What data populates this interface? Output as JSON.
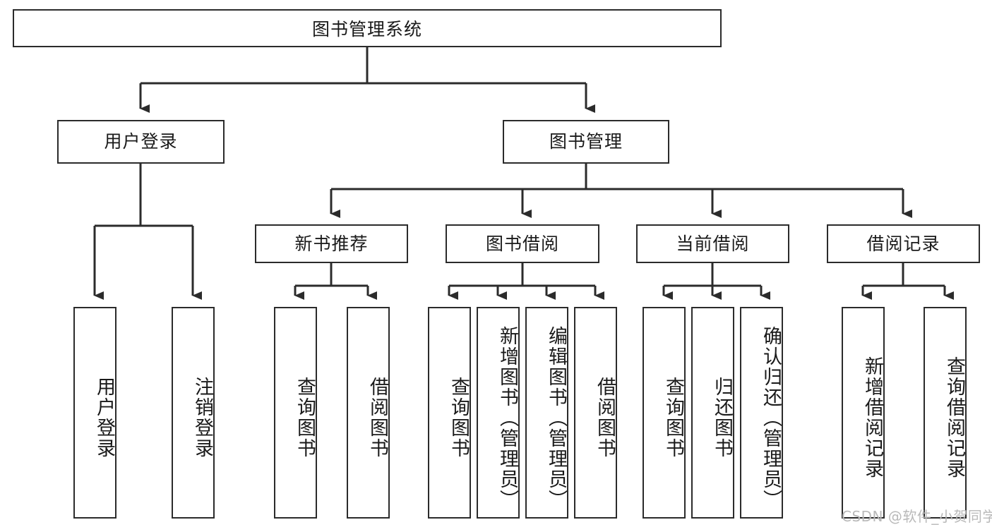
{
  "diagram": {
    "title": "图书管理系统",
    "type": "tree-hierarchy",
    "colors": {
      "box_border": "#2b2b2b",
      "box_fill": "#ffffff",
      "connector": "#2b2b2b",
      "text": "#1a1a1a",
      "watermark": "#b9b9b9"
    },
    "root": {
      "label": "图书管理系统"
    },
    "level2": [
      {
        "label": "用户登录"
      },
      {
        "label": "图书管理"
      }
    ],
    "level3": [
      {
        "label": "新书推荐"
      },
      {
        "label": "图书借阅"
      },
      {
        "label": "当前借阅"
      },
      {
        "label": "借阅记录"
      }
    ],
    "leaves": {
      "user_login": [
        {
          "label": "用户登录"
        },
        {
          "label": "注销登录"
        }
      ],
      "new_book": [
        {
          "label": "查询图书"
        },
        {
          "label": "借阅图书"
        }
      ],
      "book_borrow": [
        {
          "label": "查询图书"
        },
        {
          "label": "新增图书（管理员）"
        },
        {
          "label": "编辑图书（管理员）"
        },
        {
          "label": "借阅图书"
        }
      ],
      "current_borrow": [
        {
          "label": "查询图书"
        },
        {
          "label": "归还图书"
        },
        {
          "label": "确认归还（管理员）"
        }
      ],
      "borrow_record": [
        {
          "label": "新增借阅记录"
        },
        {
          "label": "查询借阅记录"
        }
      ]
    }
  },
  "watermark": {
    "text": "CSDN @软件_小贺同学"
  }
}
